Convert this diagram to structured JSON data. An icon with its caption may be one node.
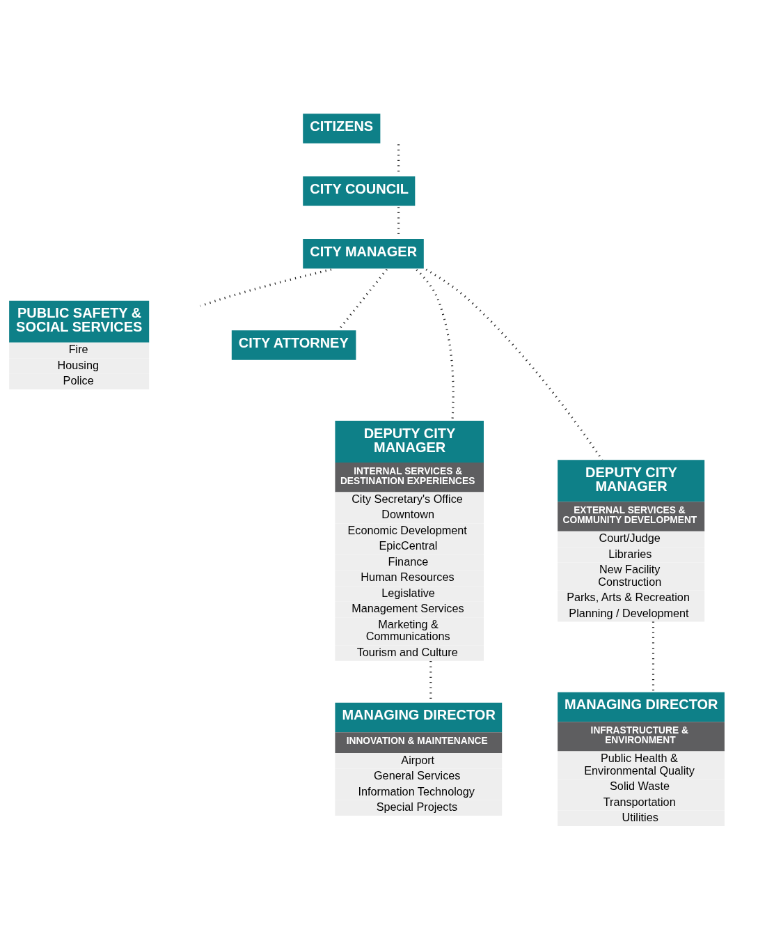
{
  "diagram": {
    "nodes": [
      {
        "text": [
          "CITIZENS"
        ]
      },
      {
        "text": [
          "CITY COUNCIL"
        ]
      },
      {
        "text": [
          "CITY MANAGER"
        ]
      },
      {
        "text": [
          "PUBLIC SAFETY & SOCIAL SERVICES",
          "Fire",
          "Housing",
          "Police"
        ]
      },
      {
        "text": [
          "CITY ATTORNEY"
        ]
      },
      {
        "text": [
          "DEPUTY CITY MANAGER",
          "INTERNAL SERVICES & DESTINATION EXPERIENCES",
          "City Secretary's Office",
          "Downtown",
          "Economic Development",
          "EpicCentral",
          "Finance",
          "Human Resources",
          "Legislative",
          "Management Services",
          "Marketing & Communications",
          "Tourism and Culture"
        ]
      },
      {
        "text": [
          "DEPUTY CITY MANAGER",
          "EXTERNAL SERVICES & COMMUNITY DEVELOPMENT",
          "Court/Judge",
          "Libraries",
          "New Facility Construction",
          "Parks, Arts & Recreation",
          "Planning / Development"
        ]
      },
      {
        "text": [
          "MANAGING DIRECTOR",
          "INNOVATION & MAINTENANCE",
          "Airport",
          "General Services",
          "Information Technology",
          "Special Projects"
        ]
      },
      {
        "text": [
          "MANAGING DIRECTOR",
          "INFRASTRUCTURE & ENVIRONMENT",
          "Public Health & Environmental Quality",
          "Solid Waste",
          "Transportation",
          "Utilities"
        ]
      }
    ],
    "edges": [
      {
        "from": 0,
        "to": 1,
        "arrow": "none"
      },
      {
        "from": 1,
        "to": 2,
        "arrow": "none"
      },
      {
        "from": 2,
        "to": 3,
        "arrow": "none"
      },
      {
        "from": 2,
        "to": 4,
        "arrow": "none"
      },
      {
        "from": 2,
        "to": 5,
        "arrow": "none"
      },
      {
        "from": 2,
        "to": 6,
        "arrow": "none"
      },
      {
        "from": 5,
        "to": 7,
        "arrow": "none"
      },
      {
        "from": 6,
        "to": 8,
        "arrow": "none"
      }
    ]
  }
}
